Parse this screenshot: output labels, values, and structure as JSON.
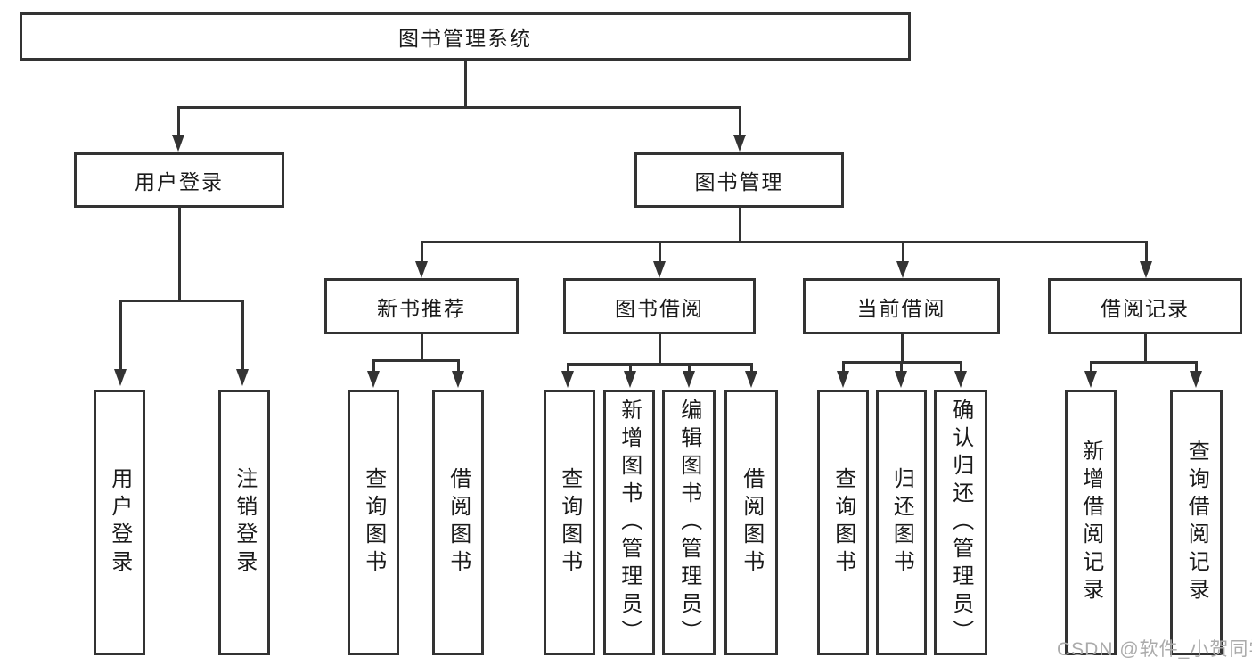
{
  "page": {
    "background": "#ffffff"
  },
  "colors": {
    "line": "#333333",
    "border": "#333333",
    "text": "#1a1a1a",
    "watermark": "#ababab"
  },
  "nodes": {
    "root": "图书管理系统",
    "user_login": "用户登录",
    "book_management": "图书管理",
    "new_book_recommend": "新书推荐",
    "book_borrow": "图书借阅",
    "current_borrow": "当前借阅",
    "borrow_records": "借阅记录",
    "leaf_user_login": "用户登录",
    "leaf_logout": "注销登录",
    "leaf_query_books_1": "查询图书",
    "leaf_borrow_books_1": "借阅图书",
    "leaf_query_books_2": "查询图书",
    "leaf_add_books_admin": "新增图书（管理员）",
    "leaf_edit_books_admin": "编辑图书（管理员）",
    "leaf_borrow_books_2": "借阅图书",
    "leaf_query_books_3": "查询图书",
    "leaf_return_books": "归还图书",
    "leaf_confirm_return_admin": "确认归还（管理员）",
    "leaf_add_borrow_record": "新增借阅记录",
    "leaf_query_borrow_record": "查询借阅记录"
  },
  "hierarchy": {
    "图书管理系统": {
      "用户登录": [
        "用户登录",
        "注销登录"
      ],
      "图书管理": {
        "新书推荐": [
          "查询图书",
          "借阅图书"
        ],
        "图书借阅": [
          "查询图书",
          "新增图书（管理员）",
          "编辑图书（管理员）",
          "借阅图书"
        ],
        "当前借阅": [
          "查询图书",
          "归还图书",
          "确认归还（管理员）"
        ],
        "借阅记录": [
          "新增借阅记录",
          "查询借阅记录"
        ]
      }
    }
  },
  "watermark": {
    "text": "CSDN @软件_小贺同学"
  }
}
